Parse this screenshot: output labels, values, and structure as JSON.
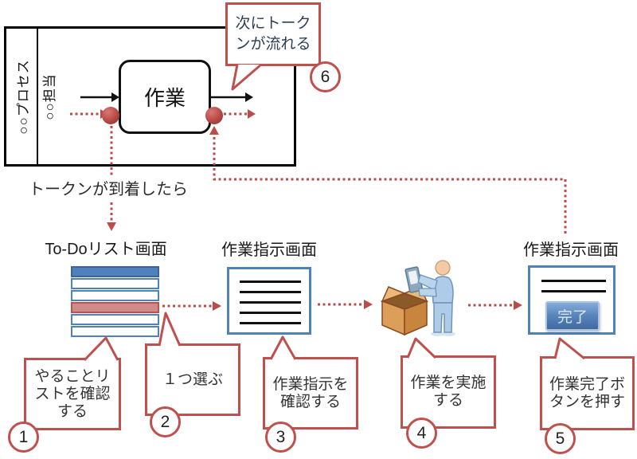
{
  "colors": {
    "accent_red": "#C0504D",
    "accent_blue": "#4F81BD",
    "selected_row_fill": "#CF8B89",
    "done_button_fill": "#4F81BD",
    "done_button_text": "#D9E6F3",
    "line_black": "#000000"
  },
  "pool": {
    "pool_label": "○○プロセス",
    "lane_label": "○○担当",
    "task_label": "作業"
  },
  "flow_notes": {
    "token_arrival": "トークンが到着したら",
    "token_flow_bubble": {
      "lines": [
        "次にトーク",
        "ンが流れる"
      ],
      "number": "6"
    }
  },
  "screens": {
    "todo": {
      "title": "To-Doリスト画面",
      "row_count": 6,
      "selected_row": 4
    },
    "instruction": {
      "title": "作業指示画面"
    },
    "instruction_done": {
      "title": "作業指示画面",
      "done_button": "完了"
    }
  },
  "callouts": [
    {
      "number": "1",
      "lines": [
        "やることリ",
        "ストを確認",
        "する"
      ]
    },
    {
      "number": "2",
      "lines": [
        "１つ選ぶ"
      ]
    },
    {
      "number": "3",
      "lines": [
        "作業指示を",
        "確認する"
      ]
    },
    {
      "number": "4",
      "lines": [
        "作業を実施",
        "する"
      ]
    },
    {
      "number": "5",
      "lines": [
        "作業完了ボ",
        "タンを押す"
      ]
    }
  ],
  "icons": {
    "worker_illustration": "person-packing-box"
  }
}
